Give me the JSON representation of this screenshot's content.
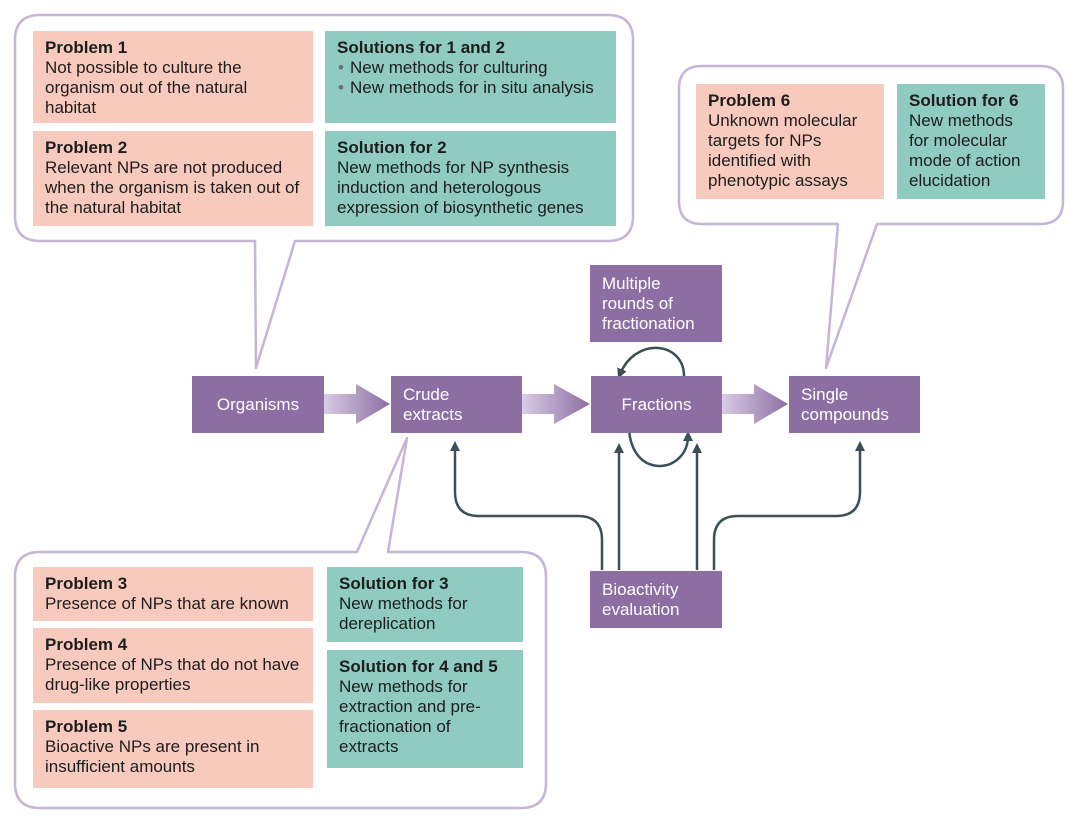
{
  "colors": {
    "problem": "#f8c9bd",
    "solution": "#8fcbc0",
    "node": "#8c6ea3",
    "callout_border": "#c5b5d6",
    "connector": "#3c4f57"
  },
  "nodes": {
    "organisms": "Organisms",
    "crude_extracts": "Crude\nextracts",
    "fractions": "Fractions",
    "single_compounds": "Single\ncompounds",
    "multiple_rounds": "Multiple\nrounds of\nfractionation",
    "bioactivity": "Bioactivity\nevaluation"
  },
  "callout_top_left": {
    "problem1": {
      "title": "Problem 1",
      "text": "Not possible to culture the organism out of the natural habitat"
    },
    "problem2": {
      "title": "Problem 2",
      "text": "Relevant NPs are not produced when the organism is taken out of the natural habitat"
    },
    "solution12": {
      "title": "Solutions for 1 and 2",
      "items": [
        "New methods for culturing",
        "New methods for in situ analysis"
      ]
    },
    "solution2": {
      "title": "Solution for 2",
      "text": "New methods for NP synthesis induction and heterologous expression of biosynthetic genes"
    }
  },
  "callout_top_right": {
    "problem6": {
      "title": "Problem 6",
      "text": "Unknown molecular targets for NPs identified with phenotypic assays"
    },
    "solution6": {
      "title": "Solution for 6",
      "text": "New methods for molecular mode of action elucidation"
    }
  },
  "callout_bottom": {
    "problem3": {
      "title": "Problem 3",
      "text": "Presence of NPs that are known"
    },
    "problem4": {
      "title": "Problem 4",
      "text": "Presence of NPs that do not have drug-like properties"
    },
    "problem5": {
      "title": "Problem 5",
      "text": "Bioactive NPs are present in insufficient amounts"
    },
    "solution3": {
      "title": "Solution for 3",
      "text": "New methods for dereplication"
    },
    "solution45": {
      "title": "Solution for 4 and 5",
      "text": "New methods for extraction and pre-fractionation of extracts"
    }
  }
}
